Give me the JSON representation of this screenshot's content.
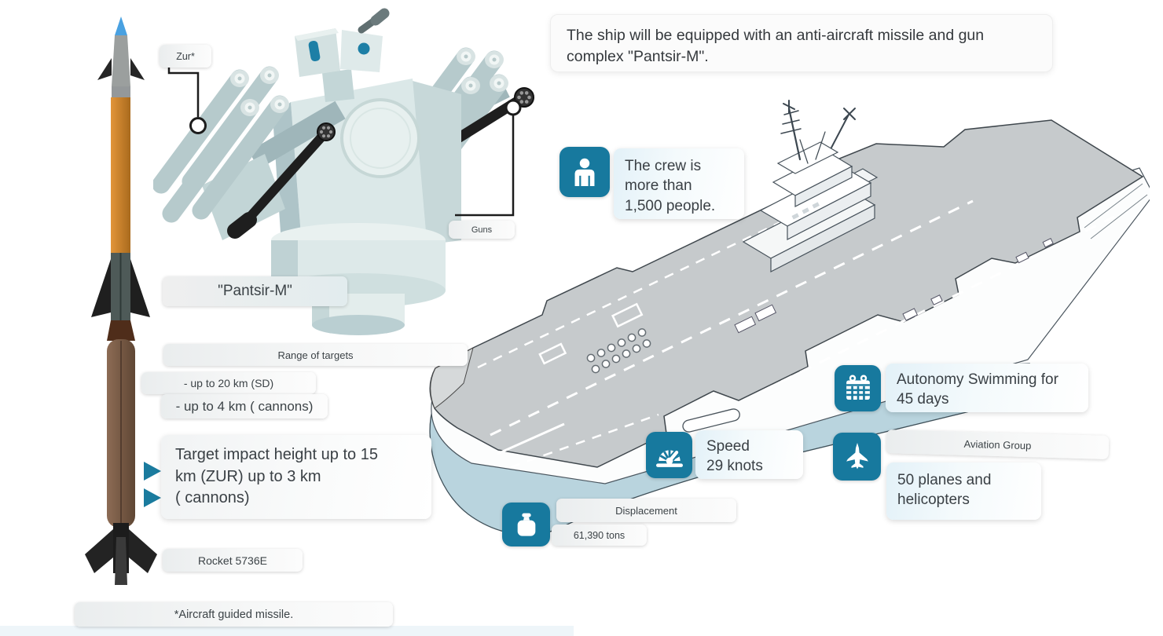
{
  "colors": {
    "accent_teal": "#17799E",
    "deck_gray": "#c6cacc",
    "hull_blue": "#b9d4de",
    "callout_bg": "#e3f1f8",
    "chip_bg": "#ededee"
  },
  "note": {
    "text": "The ship will be equipped with an anti-aircraft missile and gun\ncomplex \"Pantsir-M\"."
  },
  "pantsir": {
    "zur": "Zur*",
    "guns": "Guns",
    "name": "\"Pantsir-M\"",
    "range_title": "Range of targets",
    "range_sd": "- up to 20 km (SD)",
    "range_cannons": "- up to 4 km ( cannons)",
    "impact": "Target impact height up to 15\nkm (ZUR) up to 3 km\n( cannons)",
    "rocket": "Rocket 5736E",
    "footnote": "*Aircraft guided missile."
  },
  "ship": {
    "crew": "The crew is\nmore than\n1,500 people.",
    "autonomy": "Autonomy Swimming for\n45 days",
    "speed": "Speed\n29 knots",
    "aviation_group": "Aviation Group",
    "aviation_count": "50 planes and\nhelicopters",
    "displacement_label": "Displacement",
    "displacement_value": "61,390 tons"
  },
  "icons": {
    "crew": "person-icon",
    "autonomy": "calendar-icon",
    "speed": "speedometer-icon",
    "aviation": "jet-icon",
    "displacement": "weight-icon"
  }
}
